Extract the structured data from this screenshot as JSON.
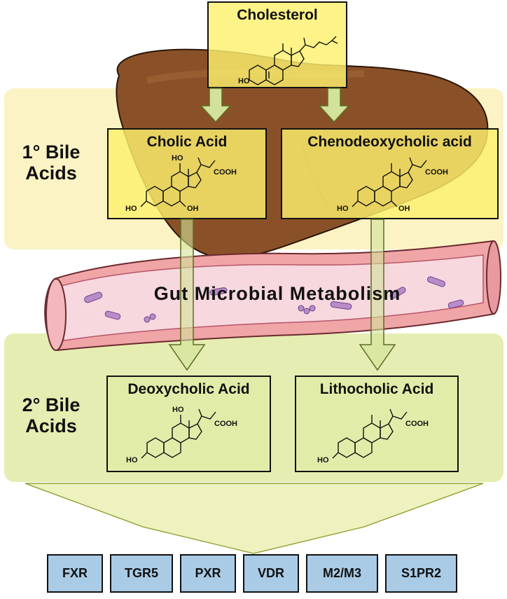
{
  "sections": {
    "primary_label": [
      "1° Bile",
      "Acids"
    ],
    "secondary_label": [
      "2° Bile",
      "Acids"
    ]
  },
  "molecules": {
    "cholesterol": {
      "name": "Cholesterol",
      "labels": [
        "HO"
      ]
    },
    "cholic_acid": {
      "name": "Cholic Acid",
      "labels": [
        "HO",
        "COOH",
        "HO",
        "OH"
      ]
    },
    "chenodeoxycholic_acid": {
      "name": "Chenodeoxycholic acid",
      "labels": [
        "COOH",
        "HO",
        "OH"
      ]
    },
    "deoxycholic_acid": {
      "name": "Deoxycholic Acid",
      "labels": [
        "HO",
        "COOH",
        "HO"
      ]
    },
    "lithocholic_acid": {
      "name": "Lithocholic Acid",
      "labels": [
        "COOH",
        "HO"
      ]
    }
  },
  "gut": {
    "label": "Gut Microbial Metabolism"
  },
  "receptors": [
    "FXR",
    "TGR5",
    "PXR",
    "VDR",
    "M2/M3",
    "S1PR2"
  ],
  "colors": {
    "primary_band": "#fbf3c4",
    "secondary_band": "#e6edb2",
    "liver": "#8a5128",
    "molecule_box_primary": "#fcf06e",
    "molecule_box_secondary": "#e2eba8",
    "arrow": "#d2e29a",
    "receptor_box": "#a9cbe6",
    "gut_wall": "#f0a5a6",
    "gut_lumen": "#f7d8df"
  },
  "icons": [
    "liver-illustration",
    "intestine-illustration",
    "bacteria-illustration",
    "steroid-structure"
  ]
}
